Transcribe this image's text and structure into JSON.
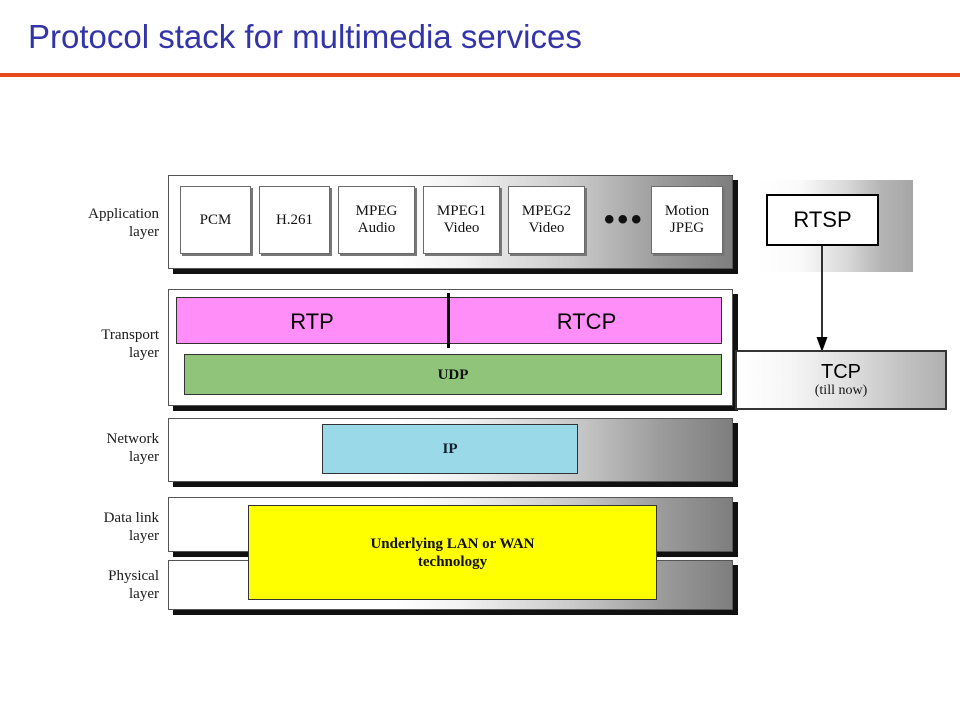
{
  "slide": {
    "title": "Protocol stack for multimedia services",
    "title_color": "#3333aa",
    "rule_color": "#e8491e"
  },
  "diagram": {
    "layer_labels": [
      {
        "name": "application",
        "line1": "Application",
        "line2": "layer"
      },
      {
        "name": "transport",
        "line1": "Transport",
        "line2": "layer"
      },
      {
        "name": "network",
        "line1": "Network",
        "line2": "layer"
      },
      {
        "name": "datalink",
        "line1": "Data link",
        "line2": "layer"
      },
      {
        "name": "physical",
        "line1": "Physical",
        "line2": "layer"
      }
    ],
    "application_layer": {
      "codecs": [
        {
          "line1": "PCM",
          "line2": ""
        },
        {
          "line1": "H.261",
          "line2": ""
        },
        {
          "line1": "MPEG",
          "line2": "Audio"
        },
        {
          "line1": "MPEG1",
          "line2": "Video"
        },
        {
          "line1": "MPEG2",
          "line2": "Video"
        },
        {
          "line1": "Motion",
          "line2": "JPEG"
        }
      ],
      "ellipsis": "•••"
    },
    "transport_layer": {
      "rtp": "RTP",
      "rtcp": "RTCP",
      "udp": "UDP",
      "rtp_color": "#ff8ef9",
      "udp_color": "#8fc47a"
    },
    "network_layer": {
      "ip": "IP",
      "ip_color": "#9ad9e8"
    },
    "link_physical": {
      "underlying_line1": "Underlying LAN or WAN",
      "underlying_line2": "technology",
      "underlying_color": "#ffff00"
    },
    "right_column": {
      "rtsp": "RTSP",
      "tcp": "TCP",
      "tcp_note": "(till now)"
    }
  }
}
